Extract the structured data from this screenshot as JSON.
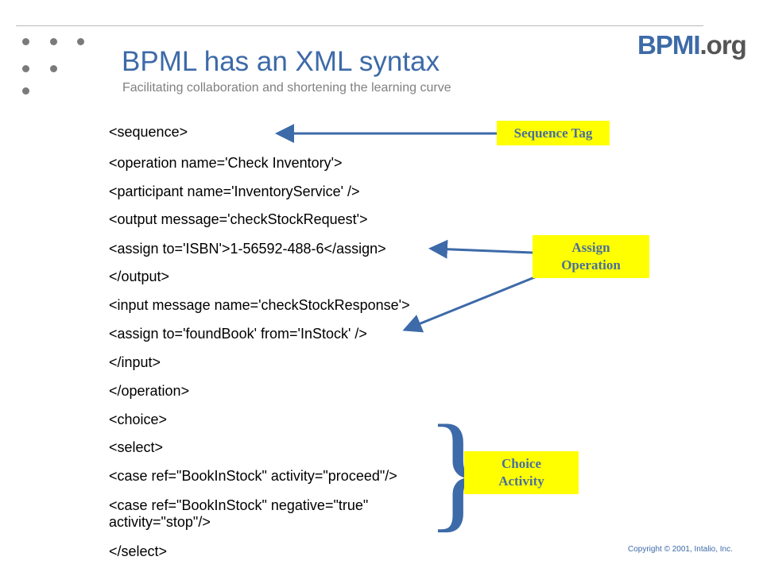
{
  "header": {
    "title": "BPML has an XML syntax",
    "subtitle": "Facilitating collaboration and shortening the learning curve",
    "logo_main": "BPMI",
    "logo_suffix": ".org"
  },
  "code_lines": [
    "<sequence>",
    "<operation name='Check Inventory'>",
    "<participant name='InventoryService' />",
    "<output message='checkStockRequest'>",
    "<assign to='ISBN'>1-56592-488-6</assign>",
    "</output>",
    "<input message name='checkStockResponse'>",
    "<assign to='foundBook' from='InStock' />",
    "</input>",
    "</operation>",
    "<choice>",
    "<select>",
    "<case ref=\"BookInStock\" activity=\"proceed\"/>",
    "<case ref=\"BookInStock\" negative=\"true\"",
    "activity=\"stop\"/>",
    "</select>"
  ],
  "callouts": {
    "sequence_tag": "Sequence Tag",
    "assign_operation_line1": "Assign",
    "assign_operation_line2": "Operation",
    "choice_activity_line1": "Choice",
    "choice_activity_line2": "Activity"
  },
  "footer": {
    "copyright": "Copyright © 2001, Intalio, Inc."
  },
  "colors": {
    "accent": "#3d6aa8",
    "callout_bg": "#ffff00",
    "callout_text": "#4a6f9d"
  }
}
